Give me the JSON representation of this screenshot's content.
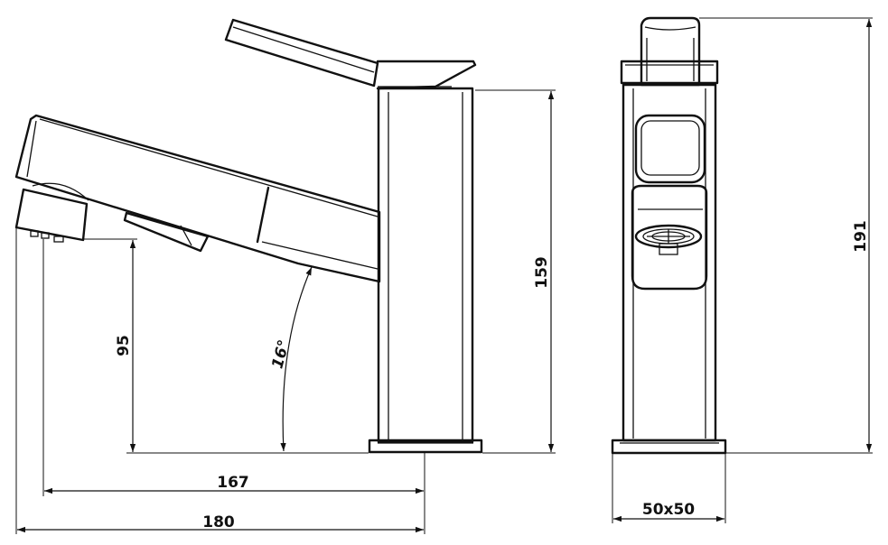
{
  "dimensions": {
    "total_length": "180",
    "spout_reach": "167",
    "spout_height": "95",
    "body_height": "159",
    "spout_angle": "16°",
    "total_height": "191",
    "base_size": "50x50"
  },
  "colors": {
    "line": "#111111",
    "background": "#ffffff"
  }
}
